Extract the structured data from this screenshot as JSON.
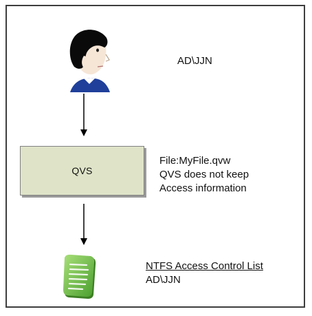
{
  "user": {
    "icon": "user-avatar-icon",
    "label": "AD\\JJN"
  },
  "server": {
    "label": "QVS",
    "note_lines": [
      "File:MyFile.qvw",
      "QVS does not keep",
      "Access information"
    ]
  },
  "file": {
    "icon": "document-icon",
    "acl_title": "NTFS Access Control List",
    "acl_entry": "AD\\JJN"
  },
  "colors": {
    "border": "#3d3d3d",
    "box_fill": "#dfe4c8",
    "hair": "#0a0a0a",
    "skin": "#f6e6d6",
    "shirt": "#1f3f9a",
    "document": "#6fbf45"
  }
}
